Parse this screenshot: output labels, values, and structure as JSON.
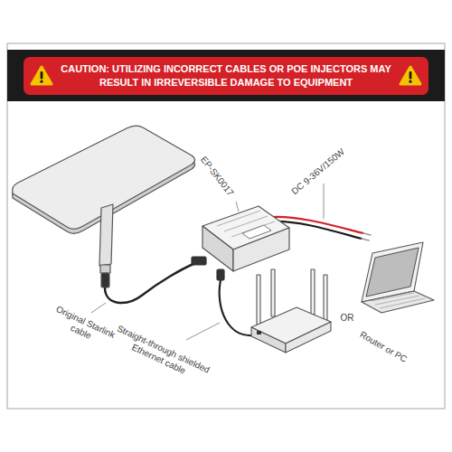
{
  "diagram": {
    "nodes": [
      {
        "text": [
          "CAUTION: UTILIZING INCORRECT CABLES OR POE INJECTORS MAY RESULT IN IRREVERSIBLE DAMAGE TO EQUIPMENT"
        ]
      }
    ],
    "labels": [
      "EP-SK0017",
      "DC 9-36V/150W",
      "OR",
      "Router or PC",
      "Original Starlink cable",
      "Straight-through shielded Ethernet cable"
    ]
  }
}
